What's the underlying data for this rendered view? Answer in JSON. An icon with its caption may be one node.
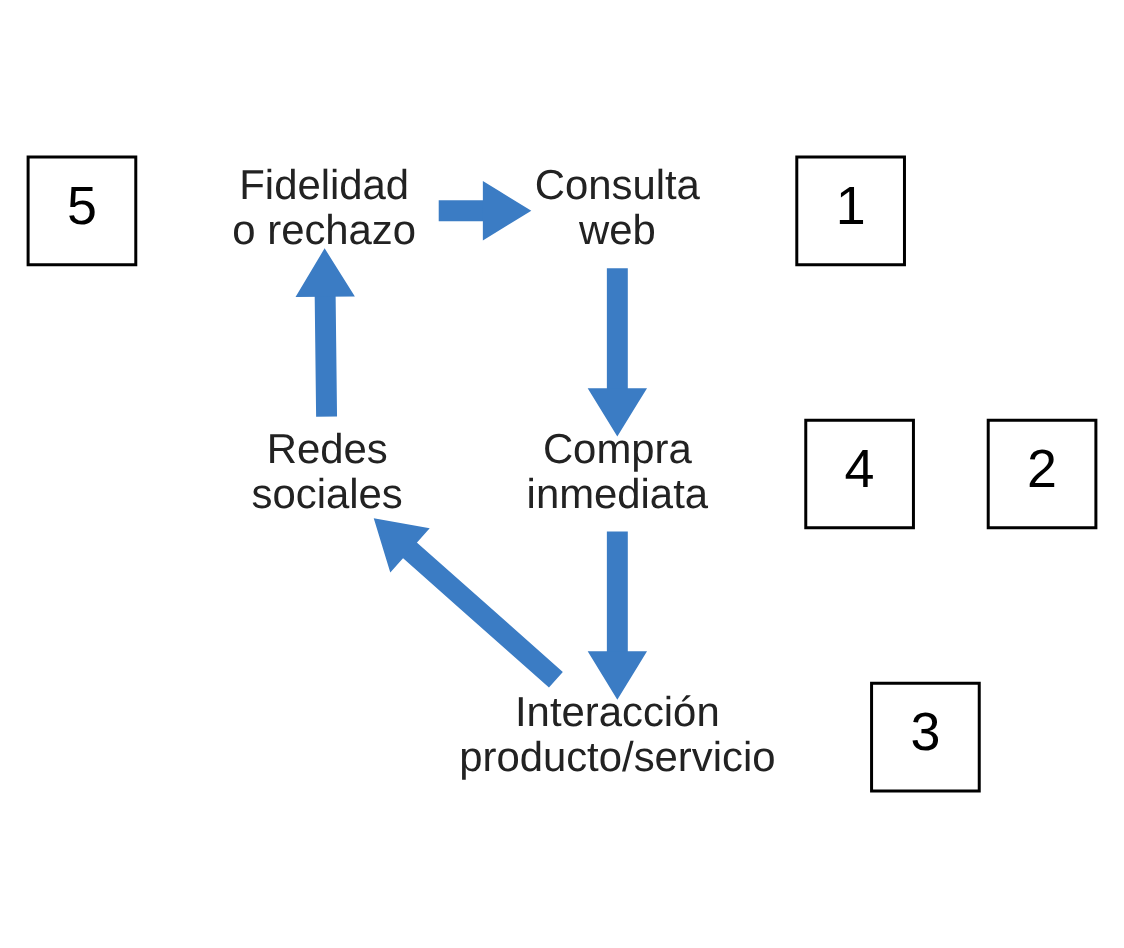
{
  "diagram": {
    "nodes": [
      {
        "text": [
          "5"
        ]
      },
      {
        "text": [
          "Fidelidad o rechazo"
        ]
      },
      {
        "text": [
          "Consulta web"
        ]
      },
      {
        "text": [
          "1"
        ]
      },
      {
        "text": [
          "4"
        ]
      },
      {
        "text": [
          "Redes sociales"
        ]
      },
      {
        "text": [
          "Compra inmediata"
        ]
      },
      {
        "text": [
          "2"
        ]
      },
      {
        "text": [
          "Interacción producto/servicio"
        ]
      },
      {
        "text": [
          "3"
        ]
      }
    ],
    "edges": [
      {
        "from": 1,
        "to": 2,
        "arrow": "to"
      },
      {
        "from": 2,
        "to": 6,
        "arrow": "to"
      },
      {
        "from": 6,
        "to": 8,
        "arrow": "to"
      },
      {
        "from": 8,
        "to": 5,
        "arrow": "to"
      },
      {
        "from": 5,
        "to": 1,
        "arrow": "to"
      }
    ]
  }
}
